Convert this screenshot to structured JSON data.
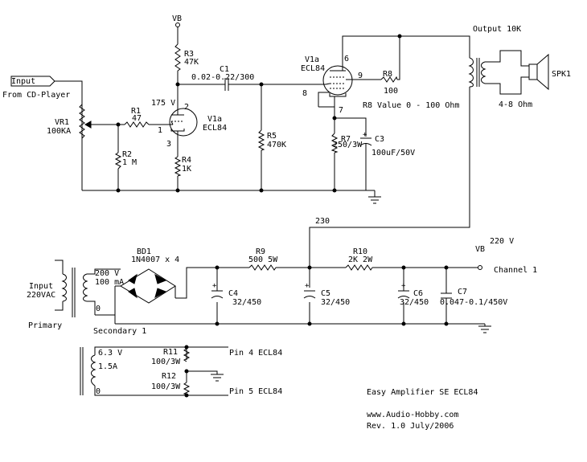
{
  "labels": {
    "vb_top": "VB",
    "r3": "R3",
    "r3_val": "47K",
    "v175": "175 V",
    "c1": "C1",
    "c1_val": "0.02-0.22/300",
    "v1a_right": "V1a",
    "ecl84_right": "ECL84",
    "pin6": "6",
    "pin9": "9",
    "pin8": "8",
    "pin7": "7",
    "r8": "R8",
    "r8_val": "100",
    "r8_value": "R8 Value 0 - 100 Ohm",
    "output": "Output 10K",
    "spk": "SPK1",
    "ohm": "4-8 Ohm",
    "input_box": "Input",
    "from_cd": "From CD-Player",
    "vr1": "VR1",
    "vr1_val": "100KA",
    "r1": "R1",
    "r1_val": "47",
    "pin1": "1",
    "pin2": "2",
    "pin3": "3",
    "v1a_left": "V1a",
    "ecl84_left": "ECL84",
    "r2": "R2",
    "r2_val": "1 M",
    "r4": "R4",
    "r4_val": "1K",
    "r5": "R5",
    "r5_val": "470K",
    "r7": "R7",
    "r7_val": "250/3W",
    "c3": "C3",
    "c3_val": "100uF/50V",
    "v230": "230",
    "bd1": "BD1",
    "bd1_val": "1N4007 x 4",
    "r9": "R9",
    "r9_val": "500 5W",
    "r10": "R10",
    "r10_val": "2K 2W",
    "vb_right": "VB",
    "v220": "220 V",
    "channel": "Channel 1",
    "input_ac": "Input",
    "input_ac_val": "220VAC",
    "primary": "Primary",
    "sec_200": "200 V",
    "sec_100ma": "100 mA",
    "sec_0": "0",
    "secondary": "Secondary 1",
    "c4": "C4",
    "c4_val": "32/450",
    "c5": "C5",
    "c5_val": "32/450",
    "c6": "C6",
    "c6_val": "32/450",
    "c7": "C7",
    "c7_val": "0.047-0.1/450V",
    "fil_63": "6.3 V",
    "fil_15": "1.5A",
    "fil_0": "0",
    "r11": "R11",
    "r11_val": "100/3W",
    "r12": "R12",
    "r12_val": "100/3W",
    "pin4_ecl": "Pin 4 ECL84",
    "pin5_ecl": "Pin 5 ECL84",
    "title": "Easy Amplifier SE ECL84",
    "website": "www.Audio-Hobby.com",
    "rev": "Rev. 1.0 July/2006",
    "plus": "+"
  }
}
